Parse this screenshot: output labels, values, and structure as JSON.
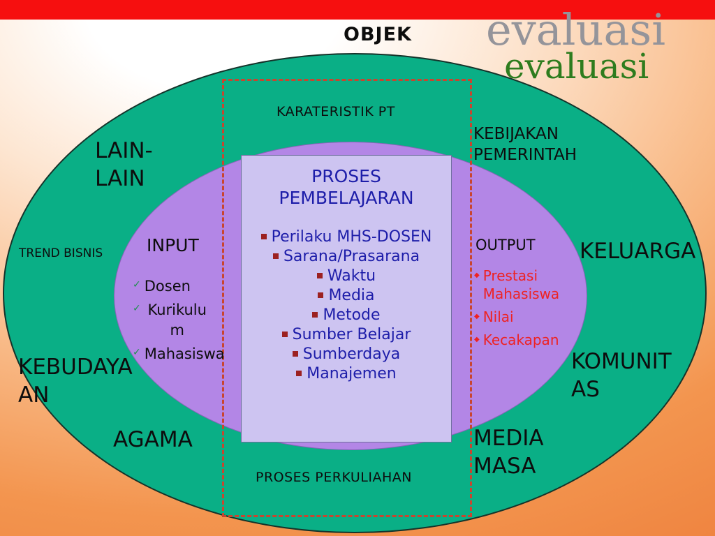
{
  "slide": {
    "objek_label": "OBJEK",
    "watermark_gray": "evaluasi",
    "watermark_green": "evaluasi"
  },
  "labels": {
    "karateristik_pt": "KARATERISTIK PT",
    "kebijakan_pemerintah": "KEBIJAKAN PEMERINTAH",
    "lain_lain": "LAIN-LAIN",
    "trend_bisnis": "TREND BISNIS",
    "keluarga": "KELUARGA",
    "kebudayaan": "KEBUDAYAAN",
    "komunitas": "KOMUNITAS",
    "agama": "AGAMA",
    "media_masa": "MEDIA MASA",
    "proses_perkuliahan": "PROSES PERKULIAHAN"
  },
  "input": {
    "label": "INPUT",
    "items": [
      "Dosen",
      "Kurikulum",
      "Mahasiswa"
    ]
  },
  "output": {
    "label": "OUTPUT",
    "items": [
      "Prestasi Mahasiswa",
      "Nilai",
      "Kecakapan"
    ]
  },
  "process_box": {
    "title": "PROSES PEMBELAJARAN",
    "items": [
      "Perilaku MHS-DOSEN",
      "Sarana/Prasarana",
      "Waktu",
      "Media",
      "Metode",
      "Sumber Belajar",
      "Sumberdaya",
      "Manajemen"
    ]
  },
  "icons": {
    "check": "✓",
    "output_bullet": "◆"
  },
  "colors": {
    "top_bar": "#f60f0f",
    "outer_ellipse": "#0aaf86",
    "inner_ellipse": "#b386e6",
    "process_box_bg": "#cdc4f1",
    "process_text": "#1d1da9",
    "process_bullet": "#9c2121",
    "output_text": "#ee2222",
    "input_check": "#1f8f4e",
    "dashed_border": "#c9452f",
    "watermark_gray": "#94949a",
    "watermark_green": "#2e7c1e",
    "background_orange": "#ef8440"
  }
}
